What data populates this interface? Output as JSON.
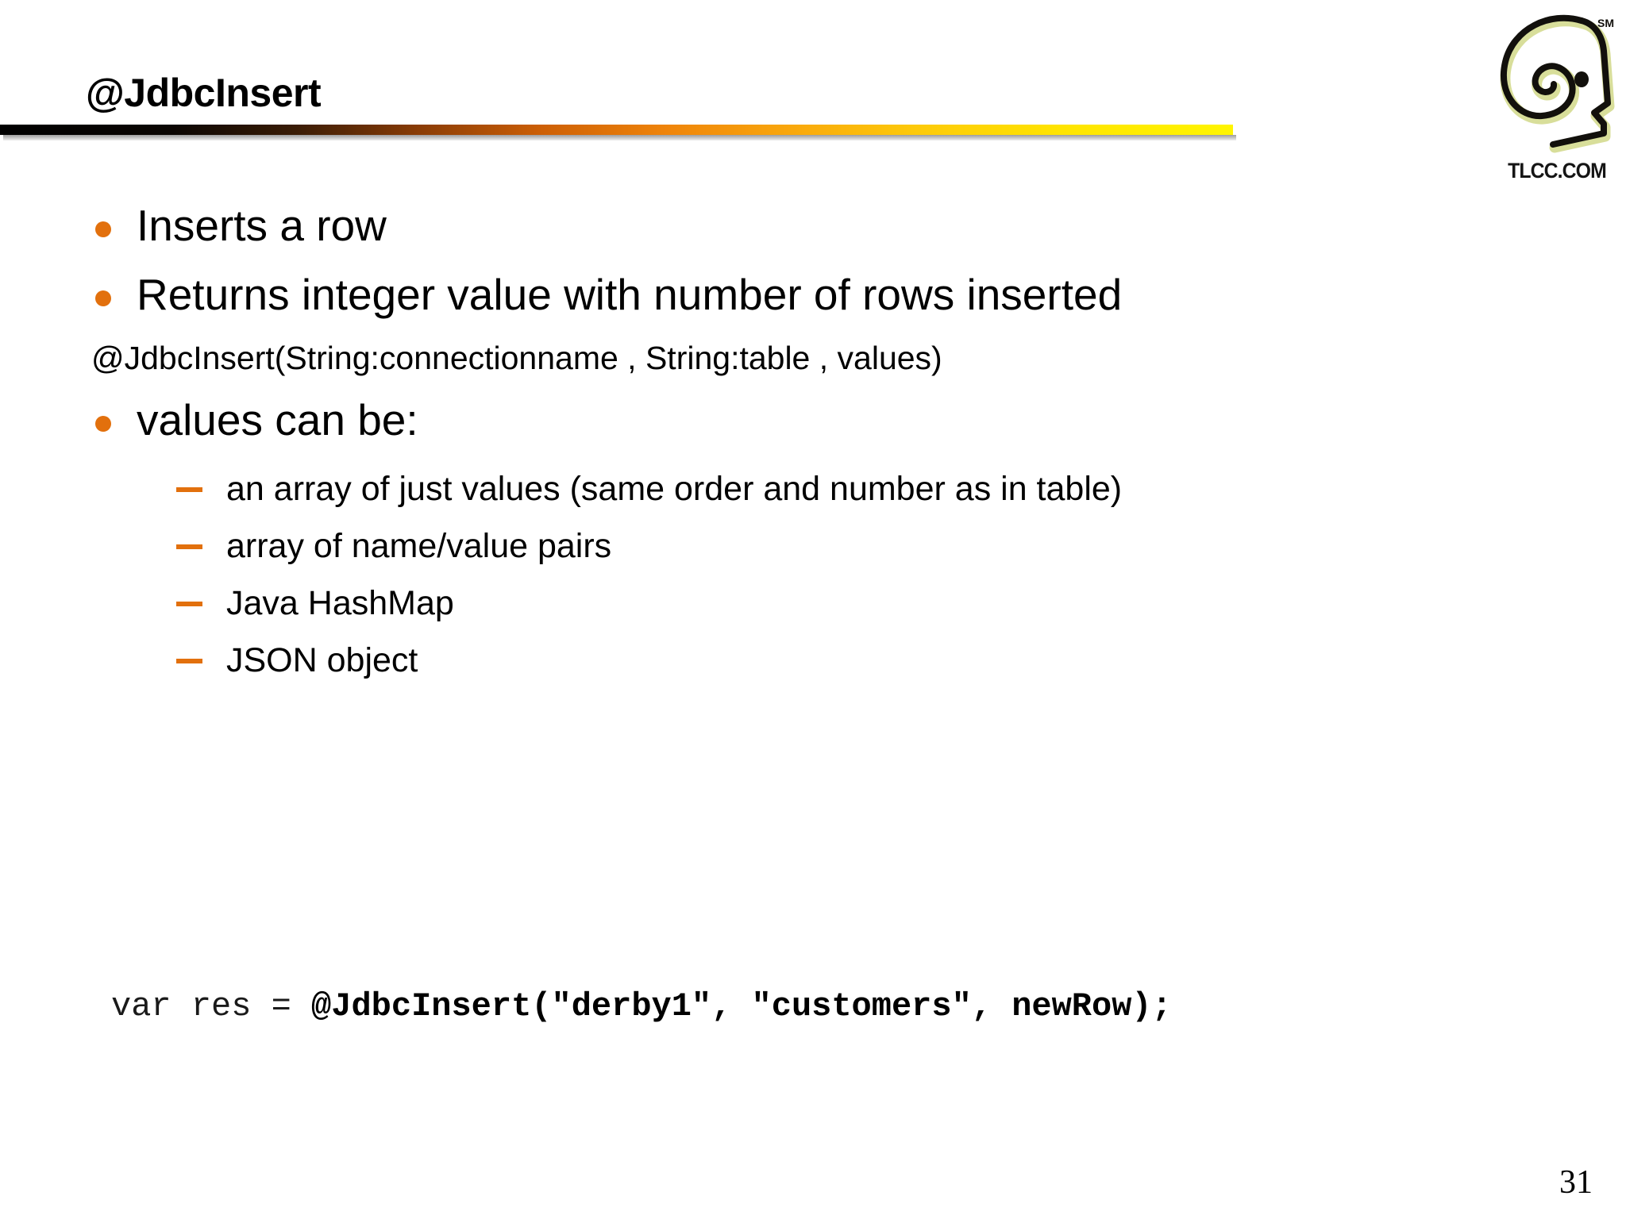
{
  "slide": {
    "title": "@JdbcInsert",
    "page_number": "31",
    "accent_color": "#E2700D",
    "rule_gradient_from": "#000000",
    "rule_gradient_to": "#FFF500"
  },
  "logo": {
    "wordmark": "TLCC.COM",
    "service_mark": "SM",
    "icon_name": "tlcc-head-spiral-logo"
  },
  "content": {
    "bullet_1": "Inserts a row",
    "bullet_2": "Returns integer value with number of rows inserted",
    "signature": "@JdbcInsert(String:connectionname , String:table , values)",
    "bullet_3": "values can be:",
    "sub_bullets": [
      "an array of just values (same order and  number as in table)",
      "array of name/value pairs",
      "Java HashMap",
      "JSON object"
    ]
  },
  "code": {
    "prefix": "var res = ",
    "call": "@JdbcInsert(\"derby1\", \"customers\", newRow);"
  }
}
